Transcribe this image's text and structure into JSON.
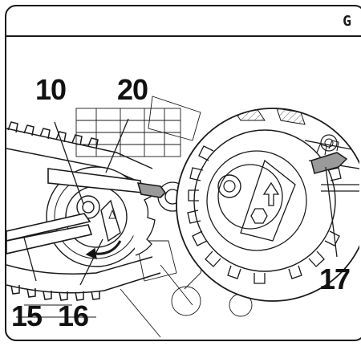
{
  "header": {
    "section_letter": "G"
  },
  "callouts": [
    {
      "id": "c10",
      "label": "10"
    },
    {
      "id": "c20",
      "label": "20"
    },
    {
      "id": "c15",
      "label": "15"
    },
    {
      "id": "c16",
      "label": "16"
    },
    {
      "id": "c17",
      "label": "17"
    }
  ],
  "colors": {
    "ink": "#1a1a1a",
    "pin_fill": "#9a9a9a",
    "background": "#ffffff"
  },
  "icons": [
    "arrow-up-icon",
    "hex-nut-icon",
    "rotation-arrow-icon"
  ]
}
